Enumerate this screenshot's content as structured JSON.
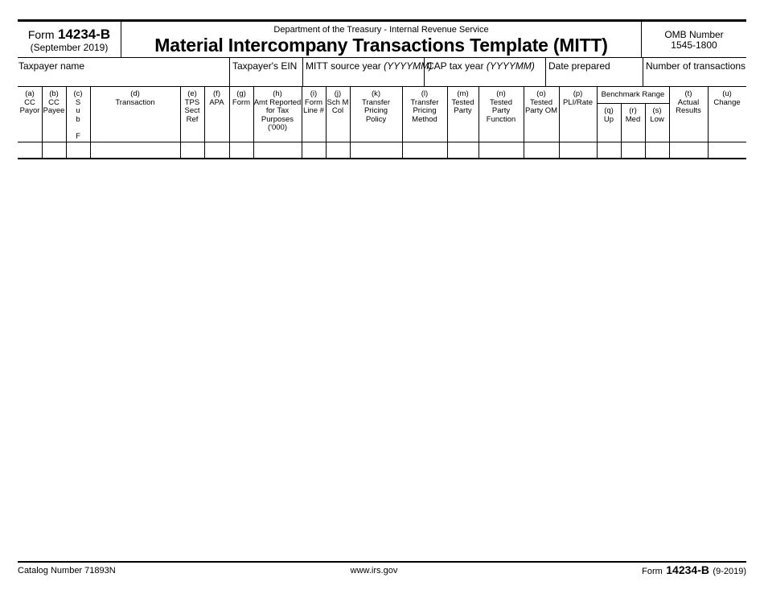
{
  "form": {
    "prefix": "Form",
    "number": "14234-B",
    "edition": "(September 2019)",
    "agency": "Department of the Treasury - Internal Revenue Service",
    "title": "Material Intercompany Transactions Template (MITT)",
    "omb_label": "OMB Number",
    "omb_number": "1545-1800"
  },
  "info_row": {
    "taxpayer_name": "Taxpayer name",
    "taxpayer_ein": "Taxpayer's EIN",
    "mitt_source_label": "MITT source year",
    "mitt_source_format": "(YYYYMM)",
    "cap_tax_label": "CAP tax year",
    "cap_tax_format": "(YYYYMM)",
    "date_prepared": "Date prepared",
    "num_transactions": "Number of transactions"
  },
  "columns": {
    "a": [
      "(a)",
      "CC",
      "Payor"
    ],
    "b": [
      "(b)",
      "CC",
      "Payee"
    ],
    "c": [
      "(c)",
      "S",
      "u",
      "b",
      "F"
    ],
    "d": [
      "(d)",
      "Transaction"
    ],
    "e": [
      "(e)",
      "TPS",
      "Sect",
      "Ref"
    ],
    "f": [
      "(f)",
      "APA"
    ],
    "g": [
      "(g)",
      "Form"
    ],
    "h": [
      "(h)",
      "Amt Reported",
      "for Tax",
      "Purposes",
      "('000)"
    ],
    "i": [
      "(i)",
      "Form",
      "Line #"
    ],
    "j": [
      "(j)",
      "Sch M",
      "Col"
    ],
    "k": [
      "(k)",
      "Transfer",
      "Pricing",
      "Policy"
    ],
    "l": [
      "(l)",
      "Transfer",
      "Pricing",
      "Method"
    ],
    "m": [
      "(m)",
      "Tested",
      "Party"
    ],
    "n": [
      "(n)",
      "Tested",
      "Party",
      "Function"
    ],
    "o": [
      "(o)",
      "Tested",
      "Party OM"
    ],
    "p": [
      "(p)",
      "PLI/Rate"
    ],
    "benchmark": "Benchmark Range",
    "q": [
      "(q)",
      "Up"
    ],
    "r": [
      "(r)",
      "Med"
    ],
    "s": [
      "(s)",
      "Low"
    ],
    "t": [
      "(t)",
      "Actual",
      "Results"
    ],
    "u": [
      "(u)",
      "Change"
    ]
  },
  "footer": {
    "catalog": "Catalog Number 71893N",
    "website": "www.irs.gov",
    "form_prefix": "Form",
    "form_number": "14234-B",
    "form_rev": "(9-2019)"
  }
}
